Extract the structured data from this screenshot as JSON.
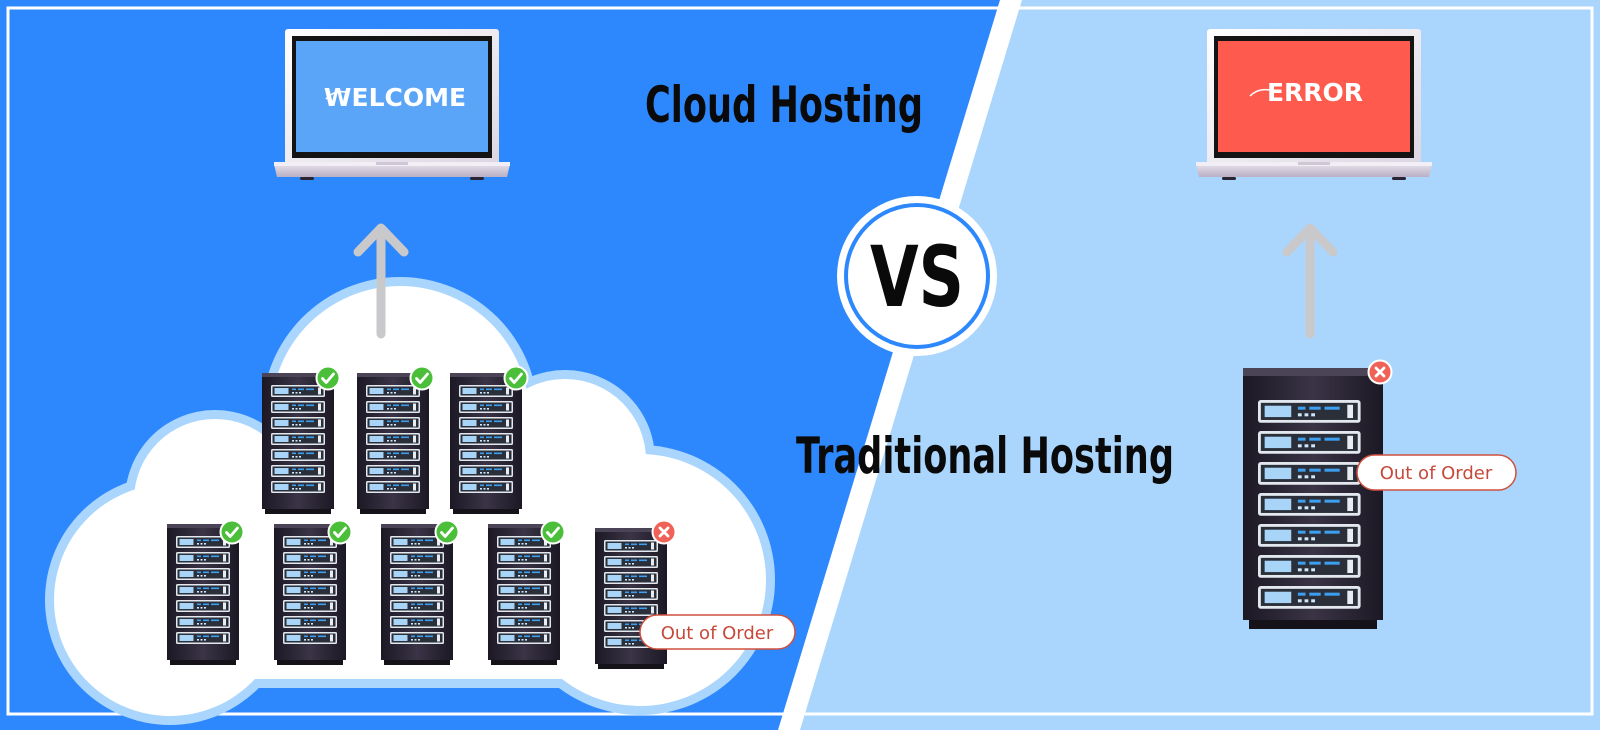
{
  "titles": {
    "cloud": "Cloud Hosting",
    "traditional": "Traditional Hosting",
    "versus": "VS"
  },
  "screens": {
    "cloud": "WELCOME",
    "traditional": "ERROR"
  },
  "labels": {
    "cloud_out_of_order": "Out of Order",
    "traditional_out_of_order": "Out of Order"
  },
  "cloud_servers": {
    "total": 8,
    "online": 7,
    "failed": 1
  },
  "traditional_servers": {
    "total": 1,
    "online": 0,
    "failed": 1
  },
  "colors": {
    "cloud_background": "#2e88fd",
    "traditional_background": "#aad6fd",
    "welcome_screen": "#5aa5f8",
    "error_screen": "#fe5a4d",
    "ok_badge": "#4bbf3a",
    "fail_badge": "#f06258"
  }
}
